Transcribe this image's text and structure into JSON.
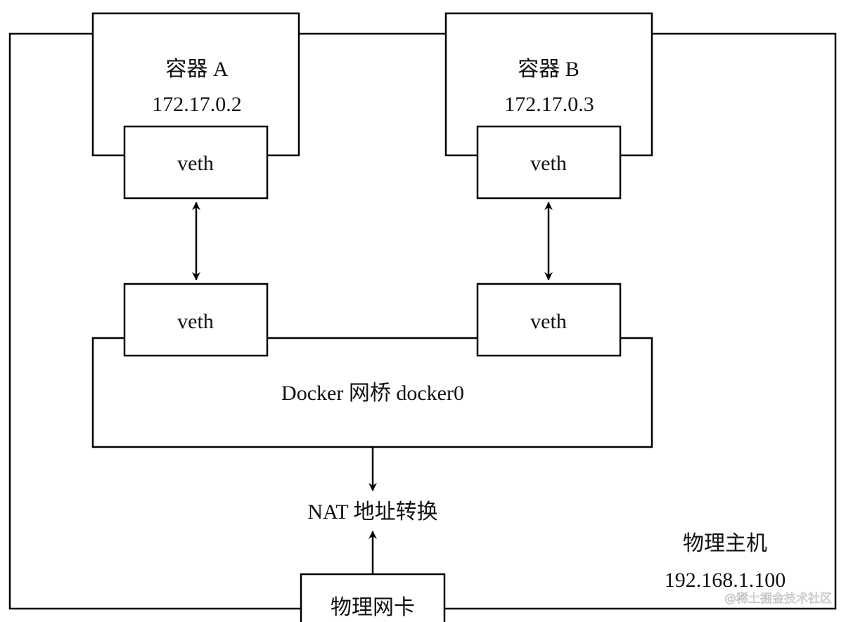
{
  "container_a": {
    "title": "容器 A",
    "ip": "172.17.0.2",
    "veth": "veth"
  },
  "container_b": {
    "title": "容器 B",
    "ip": "172.17.0.3",
    "veth": "veth"
  },
  "bridge": {
    "label": "Docker 网桥 docker0",
    "veth_left": "veth",
    "veth_right": "veth"
  },
  "nat": {
    "label": "NAT 地址转换"
  },
  "host": {
    "title": "物理主机",
    "ip": "192.168.1.100"
  },
  "nic": {
    "label": "物理网卡"
  },
  "watermark": "@稀土掘金技术社区",
  "colors": {
    "line": "#000000",
    "background": "#ffffff"
  }
}
